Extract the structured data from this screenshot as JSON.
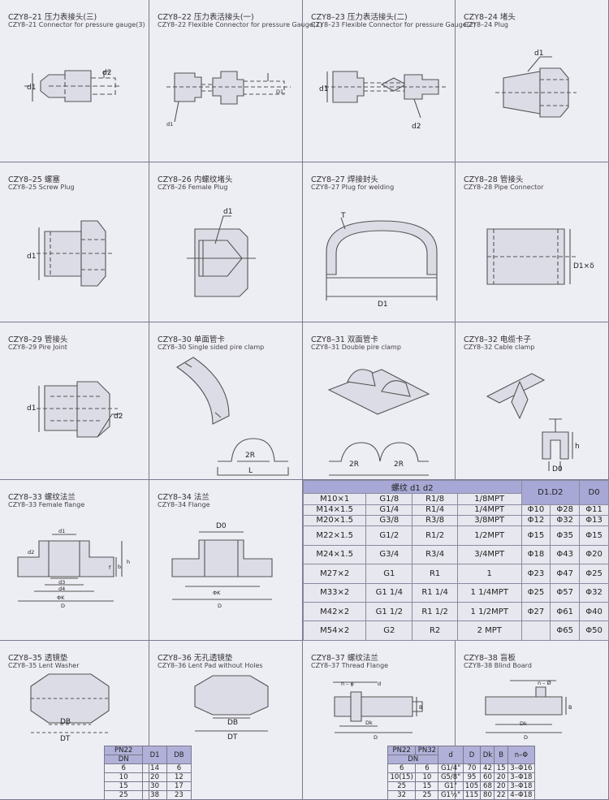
{
  "colors": {
    "background": "#ededf4",
    "header": "#a8a8d6",
    "line": "#555"
  },
  "cells": [
    {
      "cn": "CZY8–21 压力表接头(三)",
      "en": "CZY8–21  Connector for pressure gauge(3)",
      "labels": [
        "d2",
        "d1"
      ]
    },
    {
      "cn": "CZY8–22 压力表活接头(一)",
      "en": "CZY8–22 Flexible Connector for pressure Gauge(1)",
      "labels": [
        "d1",
        "D1"
      ]
    },
    {
      "cn": "CZY8–23 压力表活接头(二)",
      "en": "CZY8–23 Flexible Connector for pressure Gauge(2)",
      "labels": [
        "d1",
        "d2"
      ]
    },
    {
      "cn": "CZY8–24 堵头",
      "en": "CZY8–24 Plug",
      "labels": [
        "d1"
      ]
    },
    {
      "cn": "CZY8–25 螺塞",
      "en": "CZY8–25  Screw Plug",
      "labels": [
        "d1"
      ]
    },
    {
      "cn": "CZY8–26 内螺纹堵头",
      "en": "CZY8–26 Female Plug",
      "labels": [
        "d1"
      ]
    },
    {
      "cn": "CZY8–27 焊接封头",
      "en": "CZY8–27 Plug for welding",
      "labels": [
        "T",
        "D1"
      ]
    },
    {
      "cn": "CZY8–28 管接头",
      "en": "CZY8–28 Pipe Connector",
      "labels": [
        "D1×δ"
      ]
    },
    {
      "cn": "CZY8–29 管接头",
      "en": "CZY8–29 Pire Joint",
      "labels": [
        "d1",
        "d2"
      ]
    },
    {
      "cn": "CZY8–30 单面管卡",
      "en": "CZY8–30 Single sided pire clamp",
      "labels": [
        "2R",
        "L"
      ]
    },
    {
      "cn": "CZY8–31 双面管卡",
      "en": "CZY8–31 Double pire clamp",
      "labels": [
        "2R",
        "2R"
      ]
    },
    {
      "cn": "CZY8–32 电缆卡子",
      "en": "CZY8–32 Cable clamp",
      "labels": [
        "h",
        "D0"
      ]
    },
    {
      "cn": "CZY8–33 螺纹法兰",
      "en": "CZY8–33 Female flange",
      "labels": [
        "d1",
        "d2",
        "d3",
        "d4",
        "ΦK",
        "D",
        "f",
        "b",
        "h"
      ]
    },
    {
      "cn": "CZY8–34 法兰",
      "en": "CZY8–34 Flange",
      "labels": [
        "D0",
        "ΦK",
        "D"
      ]
    },
    {
      "cn": "CZY8–35 透镜垫",
      "en": "CZY8–35 Lent Washer",
      "labels": [
        "DB",
        "DT"
      ]
    },
    {
      "cn": "CZY8–36 无孔透镜垫",
      "en": "CZY8–36 Lent Pad without Holes",
      "labels": [
        "DB",
        "DT"
      ]
    },
    {
      "cn": "CZY8–37 螺纹法兰",
      "en": "CZY8–37  Thread Flange",
      "labels": [
        "n – φ",
        "d",
        "Dk",
        "D",
        "B"
      ]
    },
    {
      "cn": "CZY8–38 盲板",
      "en": "CZY8–38 Blind Board",
      "labels": [
        "n – Ø",
        "Dk",
        "D",
        "B"
      ]
    }
  ],
  "thread_table": {
    "header_thread": "螺纹 d1  d2",
    "header_d1d2": "D1.D2",
    "header_d0": "D0",
    "rows": [
      [
        "M10×1",
        "G1/8",
        "R1/8",
        "1/8MPT",
        "",
        "",
        ""
      ],
      [
        "M14×1.5",
        "G1/4",
        "R1/4",
        "1/4MPT",
        "Φ10",
        "Φ28",
        "Φ11"
      ],
      [
        "M20×1.5",
        "G3/8",
        "R3/8",
        "3/8MPT",
        "Φ12",
        "Φ32",
        "Φ13"
      ],
      [
        "M22×1.5",
        "G1/2",
        "R1/2",
        "1/2MPT",
        "Φ15",
        "Φ35",
        "Φ15"
      ],
      [
        "M24×1.5",
        "G3/4",
        "R3/4",
        "3/4MPT",
        "Φ18",
        "Φ43",
        "Φ20"
      ],
      [
        "M27×2",
        "G1",
        "R1",
        "1",
        "Φ23",
        "Φ47",
        "Φ25"
      ],
      [
        "M33×2",
        "G1 1/4",
        "R1 1/4",
        "1 1/4MPT",
        "Φ25",
        "Φ57",
        "Φ32"
      ],
      [
        "M42×2",
        "G1 1/2",
        "R1 1/2",
        "1 1/2MPT",
        "Φ27",
        "Φ61",
        "Φ40"
      ],
      [
        "M54×2",
        "G2",
        "R2",
        "2 MPT",
        "",
        "Φ65",
        "Φ50"
      ]
    ]
  },
  "washer_table": {
    "headers": [
      "PN22",
      "DN",
      "D1",
      "DB"
    ],
    "rows": [
      [
        "6",
        "14",
        "6"
      ],
      [
        "10",
        "20",
        "12"
      ],
      [
        "15",
        "30",
        "17"
      ],
      [
        "25",
        "38",
        "23"
      ]
    ]
  },
  "flange_table": {
    "headers": [
      "PN22",
      "PN32",
      "DN",
      "d",
      "D",
      "Dk",
      "B",
      "n–Φ"
    ],
    "rows": [
      [
        "6",
        "6",
        "G1/4\"",
        "70",
        "42",
        "15",
        "3–Φ16"
      ],
      [
        "10(15)",
        "10",
        "G5/8\"",
        "95",
        "60",
        "20",
        "3–Φ18"
      ],
      [
        "25",
        "15",
        "G1\"",
        "105",
        "68",
        "20",
        "3–Φ18"
      ],
      [
        "32",
        "25",
        "G1½\"",
        "115",
        "80",
        "22",
        "4–Φ18"
      ]
    ]
  }
}
